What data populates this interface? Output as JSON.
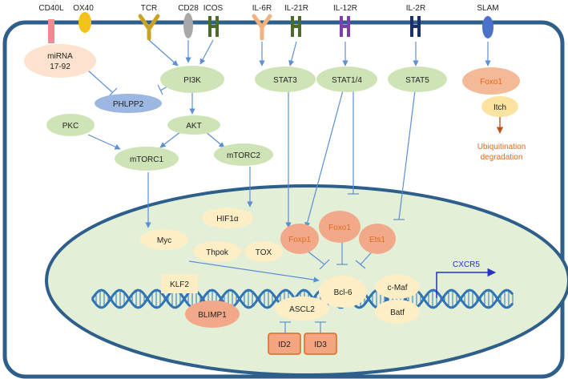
{
  "receptors": {
    "cd40l": "CD40L",
    "ox40": "OX40",
    "tcr": "TCR",
    "cd28": "CD28",
    "icos": "ICOS",
    "il6r": "IL-6R",
    "il21r": "IL-21R",
    "il12r": "IL-12R",
    "il2r": "IL-2R",
    "slam": "SLAM"
  },
  "cytoplasm": {
    "mirna_line1": "miRNA",
    "mirna_line2": "17-92",
    "phlpp2": "PHLPP2",
    "pi3k": "PI3K",
    "pkc": "PKC",
    "akt": "AKT",
    "mtorc1": "mTORC1",
    "mtorc2": "mTORC2",
    "stat3": "STAT3",
    "stat14": "STAT1/4",
    "stat5": "STAT5",
    "foxo1": "Foxo1",
    "itch": "Itch",
    "ubiq_line1": "Ubiquitination",
    "ubiq_line2": "degradation"
  },
  "nucleus": {
    "hif1a": "HIF1α",
    "myc": "Myc",
    "thpok": "Thpok",
    "tox": "TOX",
    "foxp1": "Foxp1",
    "foxo1": "Foxo1",
    "ets1": "Ets1",
    "klf2": "KLF2",
    "blimp1": "BLIMP1",
    "ascl2": "ASCL2",
    "bcl6": "Bcl-6",
    "cmaf": "c-Maf",
    "batf": "Batf",
    "cxcr5": "CXCR5",
    "id2": "ID2",
    "id3": "ID3"
  },
  "colors": {
    "membrane": "#2e5f8a",
    "cytoplasm": "#ffffff",
    "nucleus_fill": "#e4efd8",
    "nucleus_border": "#2e5f8a",
    "green_node": "#cfe4b6",
    "blue_node": "#9db7e3",
    "peach_node": "#fde3cf",
    "salmon_node": "#f2a98a",
    "cream_node": "#fdeec6",
    "orange_text": "#e06a1e",
    "arrow": "#5b8fd1",
    "dna": "#2f74b5",
    "cxcr5": "#2432c8"
  }
}
